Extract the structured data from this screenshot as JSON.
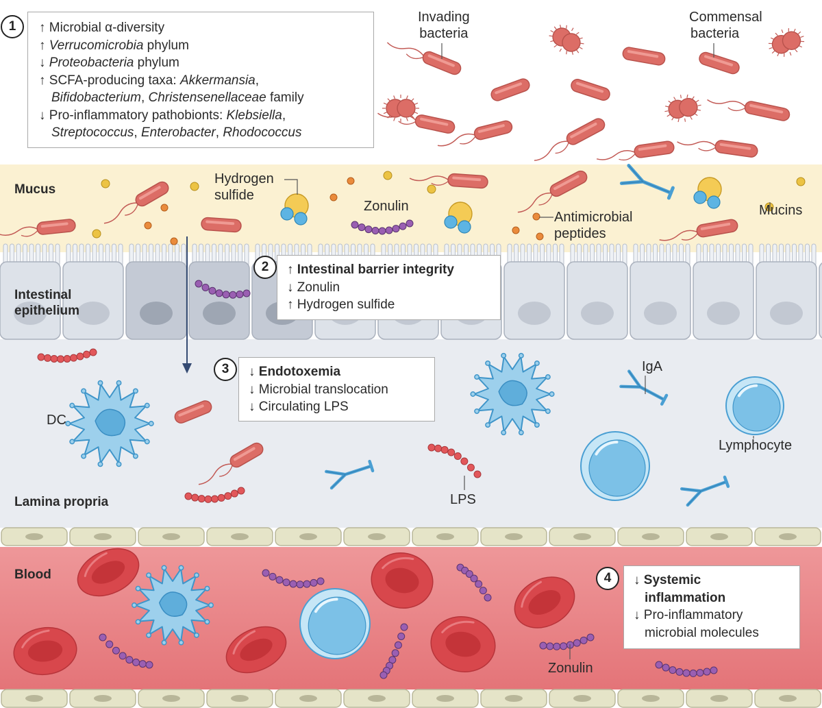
{
  "panel1": {
    "number": "1",
    "lines": [
      {
        "arrow": "↑",
        "parts": [
          {
            "t": "Microbial α-diversity"
          }
        ]
      },
      {
        "arrow": "↑",
        "parts": [
          {
            "t": "Verrucomicrobia",
            "i": true
          },
          {
            "t": " phylum"
          }
        ]
      },
      {
        "arrow": "↓",
        "parts": [
          {
            "t": "Proteobacteria",
            "i": true
          },
          {
            "t": " phylum"
          }
        ]
      },
      {
        "arrow": "↑",
        "parts": [
          {
            "t": "SCFA-producing taxa: "
          },
          {
            "t": "Akkermansia",
            "i": true
          },
          {
            "t": ","
          }
        ]
      },
      {
        "arrow": "",
        "parts": [
          {
            "t": "Bifidobacterium",
            "i": true
          },
          {
            "t": ", "
          },
          {
            "t": "Christensenellaceae",
            "i": true
          },
          {
            "t": " family"
          }
        ]
      },
      {
        "arrow": "↓",
        "parts": [
          {
            "t": "Pro-inflammatory pathobionts: "
          },
          {
            "t": "Klebsiella",
            "i": true
          },
          {
            "t": ","
          }
        ]
      },
      {
        "arrow": "",
        "parts": [
          {
            "t": "Streptococcus",
            "i": true
          },
          {
            "t": ", "
          },
          {
            "t": "Enterobacter",
            "i": true
          },
          {
            "t": ", "
          },
          {
            "t": "Rhodococcus",
            "i": true
          }
        ]
      }
    ]
  },
  "panel2": {
    "number": "2",
    "title": "↑ Intestinal barrier integrity",
    "lines": [
      "↓ Zonulin",
      "↑ Hydrogen sulfide"
    ]
  },
  "panel3": {
    "number": "3",
    "title": "↓ Endotoxemia",
    "lines": [
      "↓ Microbial translocation",
      "↓ Circulating LPS"
    ]
  },
  "panel4": {
    "number": "4",
    "title_lines": [
      "↓ Systemic",
      "inflammation"
    ],
    "lines": [
      "↓ Pro-inflammatory",
      "microbial molecules"
    ]
  },
  "zones": {
    "mucus": "Mucus",
    "epithelium": [
      "Intestinal",
      "epithelium"
    ],
    "lamina": "Lamina propria",
    "blood": "Blood"
  },
  "labels": {
    "invading": [
      "Invading",
      "bacteria"
    ],
    "commensal": [
      "Commensal",
      "bacteria"
    ],
    "hydrogen_sulfide": [
      "Hydrogen",
      "sulfide"
    ],
    "zonulin": "Zonulin",
    "antimicrobial": [
      "Antimicrobial",
      "peptides"
    ],
    "mucins": "Mucins",
    "dc": "DC",
    "iga": "IgA",
    "lymphocyte": "Lymphocyte",
    "lps": "LPS",
    "zonulin_blood": "Zonulin"
  },
  "colors": {
    "mucus": "#fbf1d2",
    "epithelium": "#cfd5de",
    "lamina": "#e9ecf1",
    "blood": "#e98487",
    "bacteria": "#dc6d66",
    "immune": "#8cc5e4",
    "zonulin": "#9a5fb2",
    "amp": "#ea8b3c",
    "mucin": "#ecc344"
  }
}
